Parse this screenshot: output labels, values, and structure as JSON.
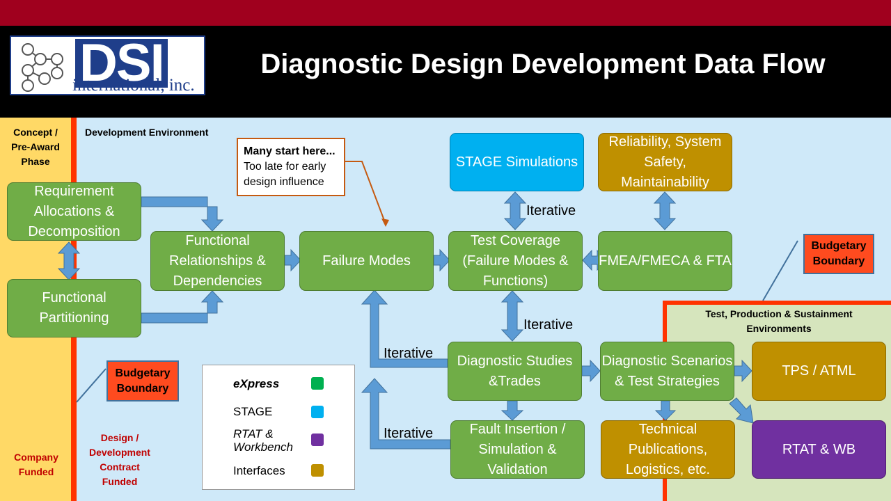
{
  "header": {
    "title": "Diagnostic Design Development Data Flow",
    "logo_text": "DSI",
    "logo_subtext": "international, inc."
  },
  "zones": {
    "concept": "Concept / Pre-Award Phase",
    "development": "Development Environment",
    "test_production": "Test, Production & Sustainment Environments",
    "company_funded": "Company Funded",
    "design_funded": "Design / Development Contract Funded"
  },
  "budget_label": "Budgetary Boundary",
  "callout": {
    "title": "Many start here...",
    "body": "Too late for early design influence"
  },
  "iterative_label": "Iterative",
  "nodes": {
    "requirements": "Requirement Allocations & Decomposition",
    "partitioning": "Functional Partitioning",
    "relationships": "Functional Relationships & Dependencies",
    "failure_modes": "Failure Modes",
    "stage_sim": "STAGE Simulations",
    "reliability": "Reliability, System Safety, Maintainability",
    "test_coverage": "Test Coverage (Failure Modes & Functions)",
    "fmea": "FMEA/FMECA & FTA",
    "diag_studies": "Diagnostic Studies &Trades",
    "diag_scenarios": "Diagnostic Scenarios & Test Strategies",
    "tps": "TPS / ATML",
    "fault_insertion": "Fault Insertion / Simulation & Validation",
    "tech_pubs": "Technical Publications, Logistics, etc.",
    "rtat_wb": "RTAT & WB"
  },
  "legend": [
    {
      "label": "eXpress",
      "color": "#00b050"
    },
    {
      "label": "STAGE",
      "color": "#00b0f0"
    },
    {
      "label": "RTAT & Workbench",
      "color": "#7030a0"
    },
    {
      "label": "Interfaces",
      "color": "#bf9000"
    }
  ],
  "colors": {
    "express_green": "#70ad47",
    "stage_blue": "#00b0f0",
    "interface_gold": "#bf9000",
    "rtat_purple": "#7030a0",
    "arrow_blue": "#5b9bd5",
    "boundary_red": "#ff3300"
  }
}
